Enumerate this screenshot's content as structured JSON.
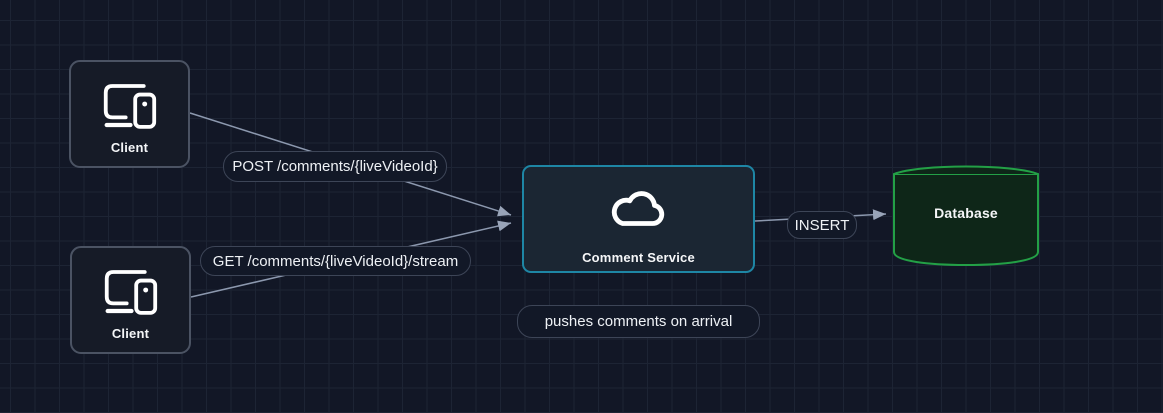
{
  "diagram": {
    "nodes": {
      "client1": {
        "label": "Client",
        "icon": "devices-icon"
      },
      "client2": {
        "label": "Client",
        "icon": "devices-icon"
      },
      "comment_service": {
        "label": "Comment Service",
        "icon": "cloud-icon"
      },
      "database": {
        "label": "Database",
        "shape": "cylinder"
      }
    },
    "edges": [
      {
        "from": "client1",
        "to": "comment_service",
        "label": "POST /comments/{liveVideoId}"
      },
      {
        "from": "client2",
        "to": "comment_service",
        "label": "GET /comments/{liveVideoId}/stream"
      },
      {
        "from": "comment_service",
        "to": "database",
        "label": "INSERT"
      }
    ],
    "notes": [
      {
        "text": "pushes comments on arrival"
      }
    ],
    "colors": {
      "background": "#121726",
      "grid_line": "#1d2434",
      "client_border": "#4b5363",
      "client_fill": "#161b27",
      "service_border": "#1e86a5",
      "service_fill": "#1b2633",
      "database_border": "#23a046",
      "database_fill": "#0e2618",
      "edge_line": "#8c98ae",
      "arrowhead": "#99a4b8",
      "pill_border": "#3d4557",
      "pill_fill": "#121827",
      "text": "#f2f4f7"
    }
  }
}
